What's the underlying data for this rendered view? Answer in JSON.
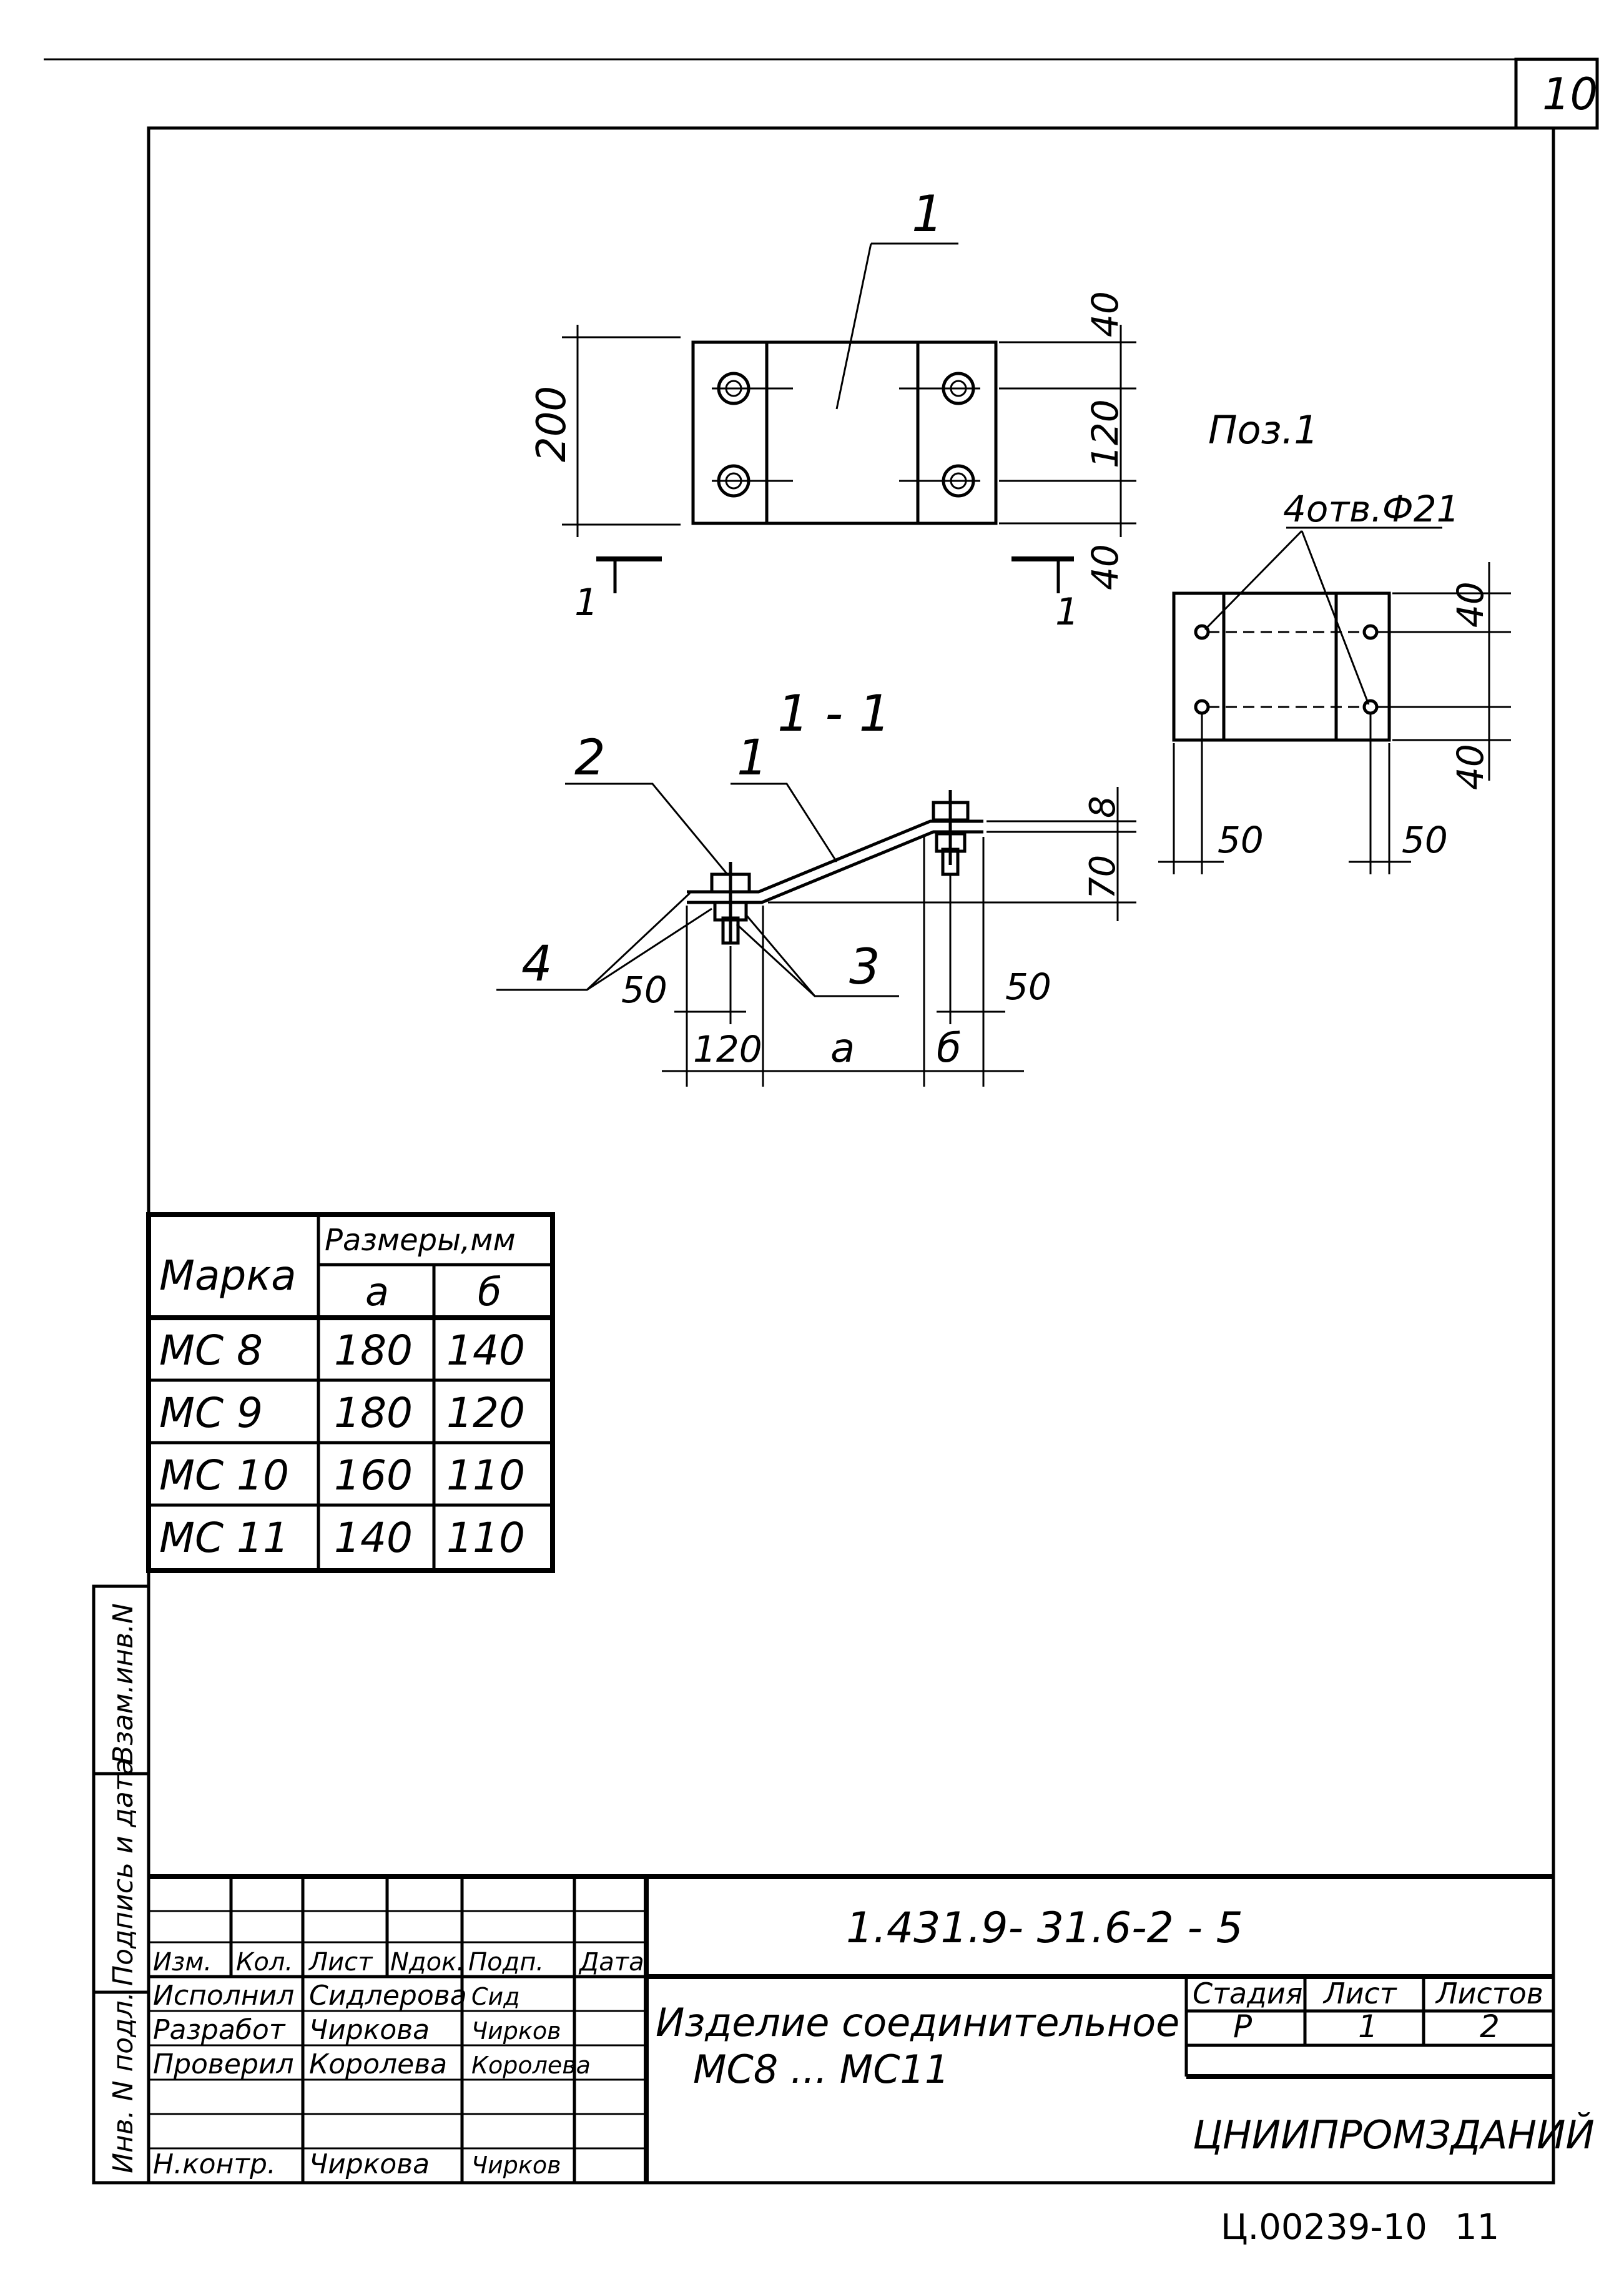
{
  "sheet": {
    "number": "10",
    "document_code": "1.431.9- 31.6-2 - 5",
    "archive_stamp": "Ц.00239-10",
    "archive_page": "11"
  },
  "drawing": {
    "pos1_label": "Поз.1",
    "holes_label": "4отв.Ф21",
    "section_label": "1 - 1",
    "section_cut": "1",
    "callouts": [
      "1",
      "2",
      "3",
      "4"
    ],
    "dim_top_200": "200",
    "dim_top_40a": "40",
    "dim_top_120": "120",
    "dim_top_40b": "40",
    "dim_pos_40a": "40",
    "dim_pos_40b": "40",
    "dim_pos_50a": "50",
    "dim_pos_50b": "50",
    "dim_sec_8": "8",
    "dim_sec_70": "70",
    "dim_sec_50a": "50",
    "dim_sec_50b": "50",
    "dim_sec_120": "120",
    "dim_sec_a": "а",
    "dim_sec_b": "б"
  },
  "sizes_table": {
    "header_mark": "Марка",
    "header_dims": "Размеры,мм",
    "col_a": "а",
    "col_b": "б",
    "rows": [
      {
        "mark": "МС 8",
        "a": "180",
        "b": "140"
      },
      {
        "mark": "МС 9",
        "a": "180",
        "b": "120"
      },
      {
        "mark": "МС 10",
        "a": "160",
        "b": "110"
      },
      {
        "mark": "МС 11",
        "a": "140",
        "b": "110"
      }
    ]
  },
  "side_stamp": {
    "inv_podl": "Инв. N подл.",
    "podpis_data": "Подпись и дата",
    "vzam_inv": "Взам.инв.N"
  },
  "title_block": {
    "headers": [
      "Изм.",
      "Кол.",
      "Лист",
      "Nдок.",
      "Подп.",
      "Дата"
    ],
    "roles": [
      {
        "role": "Исполнил",
        "name": "Сидлерова",
        "sign": "Сид"
      },
      {
        "role": "Разработ",
        "name": "Чиркова",
        "sign": "Чирков"
      },
      {
        "role": "Проверил",
        "name": "Королева",
        "sign": "Королева"
      },
      {
        "role": "Н.контр.",
        "name": "Чиркова",
        "sign": "Чирков"
      }
    ],
    "product_name_line1": "Изделие соединительное",
    "product_name_line2": "МС8 ... МС11",
    "stage_header": "Стадия",
    "sheet_header": "Лист",
    "sheets_header": "Листов",
    "stage_value": "Р",
    "sheet_value": "1",
    "sheets_value": "2",
    "organization": "ЦНИИПРОМЗДАНИЙ"
  }
}
